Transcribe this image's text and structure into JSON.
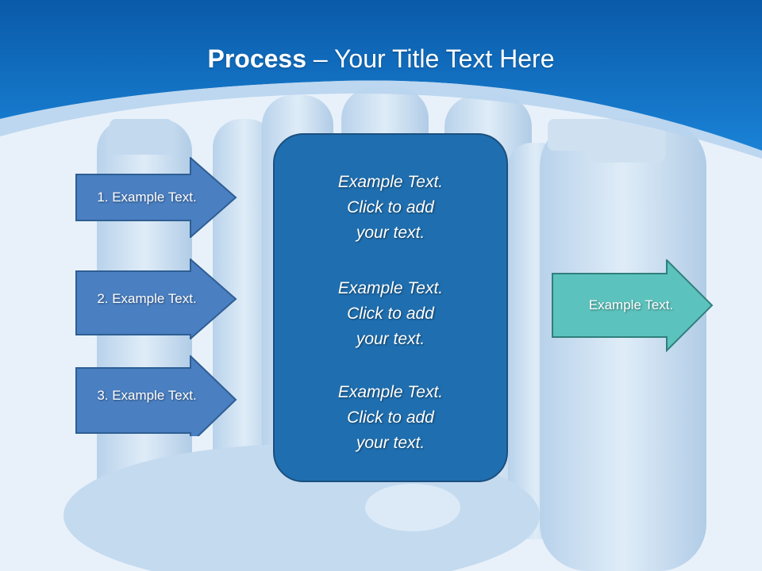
{
  "title": {
    "bold": "Process",
    "rest": " – Your Title Text Here"
  },
  "steps": [
    {
      "label": "1. Example Text."
    },
    {
      "label": "2. Example Text."
    },
    {
      "label": "3. Example Text."
    }
  ],
  "center_box": {
    "items": [
      {
        "lines": [
          "Example Text.",
          "Click  to add",
          "your text."
        ]
      },
      {
        "lines": [
          "Example Text.",
          "Click  to add",
          "your text."
        ]
      },
      {
        "lines": [
          "Example Text.",
          "Click  to add",
          "your text."
        ]
      }
    ]
  },
  "result": {
    "label": "Example Text."
  },
  "colors": {
    "header_blue": "#0f6fc4",
    "step_arrow_fill": "#4a7fc1",
    "step_arrow_stroke": "#2e5e93",
    "center_box_fill": "#1f6fb0",
    "result_arrow_fill": "#5cc2bd",
    "result_arrow_stroke": "#2f7f7c"
  }
}
